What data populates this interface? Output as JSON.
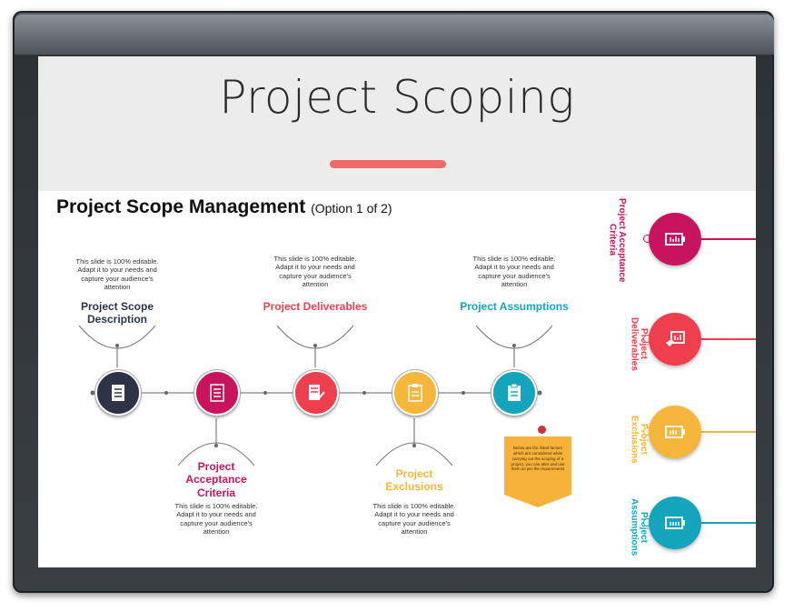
{
  "page": {
    "title": "Project Scoping"
  },
  "slide": {
    "heading": "Project Scope Management",
    "subheading": "(Option 1 of 2)",
    "desc_text": "This slide is 100% editable. Adapt it to your needs and capture your audience's attention",
    "timeline": [
      {
        "label": "Project Scope Description",
        "color": "#2e3347",
        "icon": "document-icon"
      },
      {
        "label": "Project Acceptance Criteria",
        "color": "#c8145c",
        "icon": "checklist-icon"
      },
      {
        "label": "Project Deliverables",
        "color": "#ef3f4f",
        "icon": "document-check-icon"
      },
      {
        "label": "Project Exclusions",
        "color": "#f6b53b",
        "icon": "clipboard-icon"
      },
      {
        "label": "Project Assumptions",
        "color": "#14a5bd",
        "icon": "clipboard-list-icon"
      }
    ],
    "note": "Below are the listed factors which are considered while carrying out the scoping of a project, you can alter and use them as per the requirements"
  },
  "panel": {
    "items": [
      {
        "label": "Project Acceptance Criteria",
        "color": "#c8145c",
        "icon": "battery-icon"
      },
      {
        "label": "Project Deliverables",
        "color": "#ef3f4f",
        "icon": "hand-chart-icon"
      },
      {
        "label": "Project Exclusions",
        "color": "#f6b53b",
        "icon": "battery-icon"
      },
      {
        "label": "Project Assumptions",
        "color": "#14a5bd",
        "icon": "battery-icon"
      }
    ]
  }
}
